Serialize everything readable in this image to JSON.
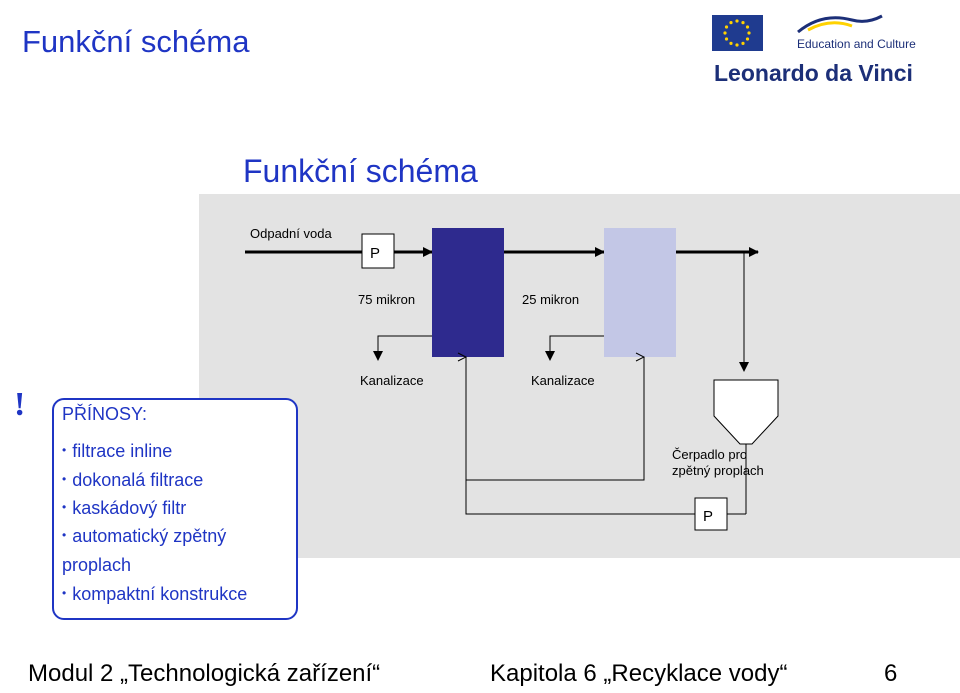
{
  "slide_title": "Funkční schéma",
  "diagram_title": "Funkční schéma",
  "logo": {
    "education_culture": "Education and Culture",
    "program": "Leonardo da Vinci"
  },
  "diagram": {
    "inlet_label": "Odpadní voda",
    "pump_label": "P",
    "filter1_label": "75 mikron",
    "filter2_label": "25 mikron",
    "drain1_label": "Kanalizace",
    "drain2_label": "Kanalizace",
    "backwash_pump_line1": "Čerpadlo pro",
    "backwash_pump_line2": "zpětný proplach",
    "backwash_pump_symbol": "P",
    "colors": {
      "filter1": "#2e2a8e",
      "filter2": "#c3c7e6",
      "background": "#e3e3e3",
      "accent": "#1f35c4"
    }
  },
  "benefits": {
    "title": "PŘÍNOSY:",
    "items": [
      "filtrace inline",
      "dokonalá filtrace",
      "kaskádový filtr",
      "automatický zpětný",
      "proplach",
      "kompaktní konstrukce"
    ]
  },
  "footer": {
    "module": "Modul 2 „Technologická zařízení“",
    "chapter": "Kapitola 6 „Recyklace vody“",
    "page": "6"
  }
}
